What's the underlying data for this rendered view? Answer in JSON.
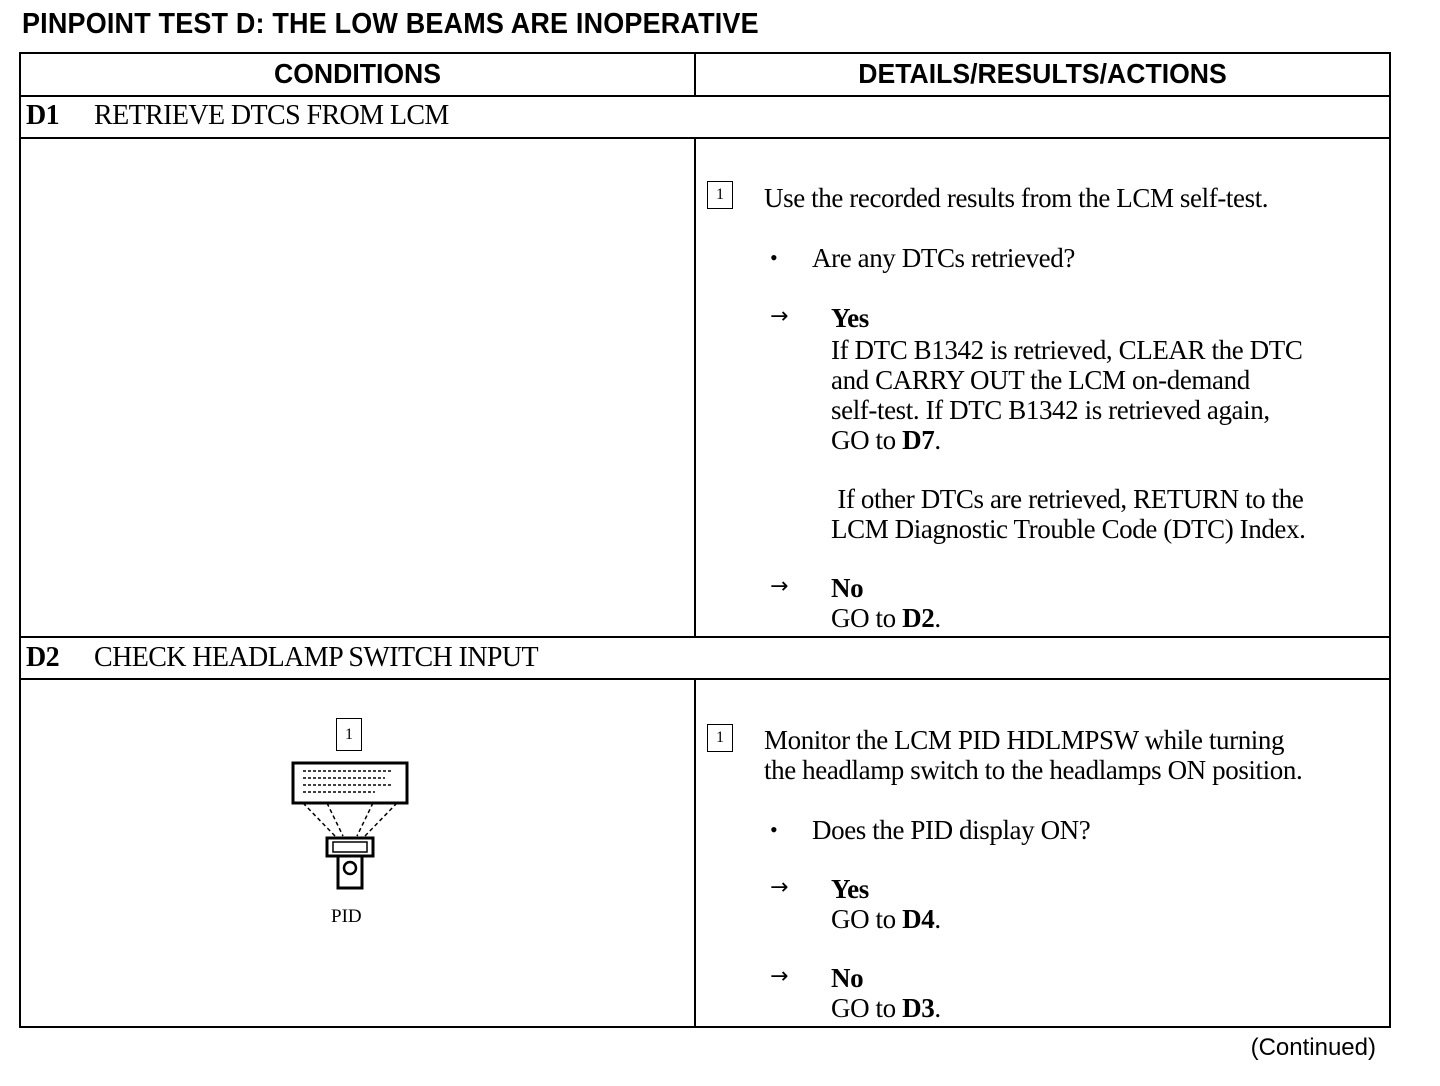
{
  "title": "PINPOINT TEST D: THE LOW BEAMS ARE INOPERATIVE",
  "columns": {
    "conditions": "CONDITIONS",
    "details": "DETAILS/RESULTS/ACTIONS"
  },
  "d1": {
    "id": "D1",
    "heading": "RETRIEVE DTCS FROM LCM",
    "step_num": "1",
    "instruction": "Use the recorded results from the LCM self-test.",
    "question": "Are any DTCs retrieved?",
    "yes_label": "Yes",
    "yes_lines": [
      "If DTC B1342 is retrieved, CLEAR the DTC",
      "and CARRY OUT the LCM on-demand",
      "self-test. If DTC B1342 is retrieved again,"
    ],
    "yes_goto_prefix": "GO to ",
    "yes_goto_target": "D7",
    "yes_goto_suffix": ".",
    "other_lines": [
      " If other DTCs are retrieved, RETURN to the",
      "LCM Diagnostic Trouble Code (DTC) Index."
    ],
    "no_label": "No",
    "no_goto_prefix": "GO to ",
    "no_goto_target": "D2",
    "no_goto_suffix": "."
  },
  "d2": {
    "id": "D2",
    "heading": "CHECK HEADLAMP SWITCH INPUT",
    "figure_step": "1",
    "figure_label": "PID",
    "step_num": "1",
    "instruction_lines": [
      "Monitor the LCM PID HDLMPSW while turning",
      "the headlamp switch to the headlamps ON position."
    ],
    "question": "Does the PID display ON?",
    "yes_label": "Yes",
    "yes_goto_prefix": "GO to ",
    "yes_goto_target": "D4",
    "yes_goto_suffix": ".",
    "no_label": "No",
    "no_goto_prefix": "GO to ",
    "no_goto_target": "D3",
    "no_goto_suffix": "."
  },
  "continued": "(Continued)",
  "glyphs": {
    "bullet": "•",
    "arrow": "→"
  }
}
